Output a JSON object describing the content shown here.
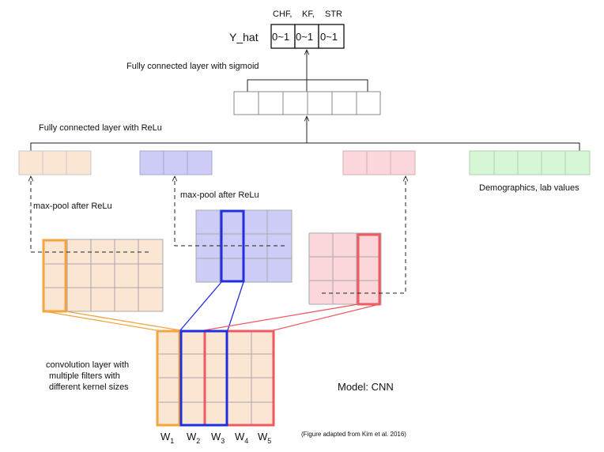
{
  "output": {
    "label": "Y_hat",
    "cells": [
      {
        "name": "CHF,",
        "value": "0~1"
      },
      {
        "name": "KF,",
        "value": "0~1"
      },
      {
        "name": "STR",
        "value": "0~1"
      }
    ]
  },
  "labels": {
    "fc_sigmoid": "Fully connected layer with sigmoid",
    "fc_relu": "Fully connected layer with ReLu",
    "maxpool_left": "max-pool after ReLu",
    "maxpool_mid": "max-pool after ReLu",
    "demographics": "Demographics, lab values",
    "conv_line1": "convolution layer with",
    "conv_line2": "multiple filters with",
    "conv_line3": "different kernel sizes",
    "model": "Model: CNN",
    "citation": "(Figure adapted from Kim et al. 2016)"
  },
  "weights": [
    {
      "base": "W",
      "sub": "1"
    },
    {
      "base": "W",
      "sub": "2"
    },
    {
      "base": "W",
      "sub": "3"
    },
    {
      "base": "W",
      "sub": "4"
    },
    {
      "base": "W",
      "sub": "5"
    }
  ],
  "colors": {
    "orange_fill": "#fbe5d3",
    "orange_stroke": "#f3a540",
    "blue_fill": "#ccccf7",
    "blue_stroke": "#1f2fe0",
    "red_fill": "#fbd6da",
    "red_stroke": "#ef5a60",
    "green_fill": "#d6f7d6",
    "grid_line": "#a8a8a8",
    "dark_line": "#222222"
  }
}
